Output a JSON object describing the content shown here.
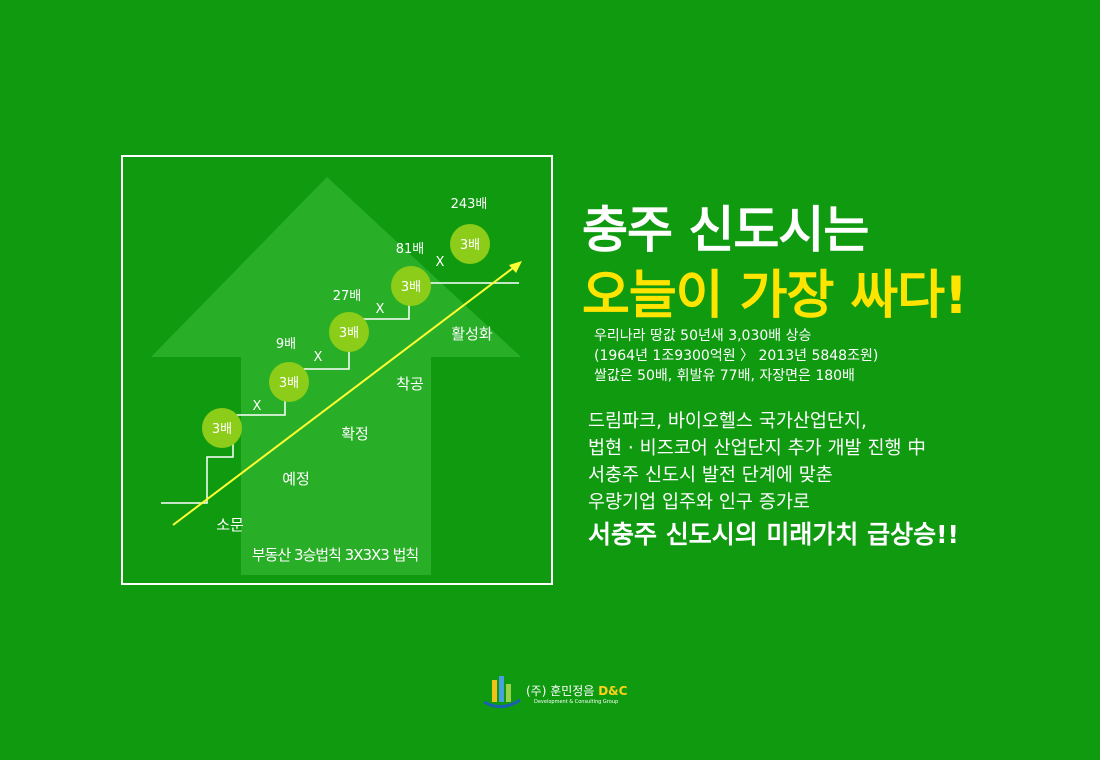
{
  "headline": {
    "line1": "충주 신도시는",
    "line2": "오늘이 가장 싸다!"
  },
  "facts": [
    "우리나라 땅값 50년새 3,030배 상승",
    "(1964년 1조9300억원 〉 2013년 5848조원)",
    "쌀값은 50배, 휘발유 77배, 자장면은 180배"
  ],
  "description": [
    "드림파크, 바이오헬스 국가산업단지,",
    "법현 · 비즈코어 산업단지 추가 개발 진행 中",
    "서충주 신도시 발전 단계에 맞춘",
    "우량기업 입주와 인구 증가로"
  ],
  "description_emphasis": "서충주 신도시의 미래가치 급상승!!",
  "diagram": {
    "bubbles": [
      "3배",
      "3배",
      "3배",
      "3배",
      "3배"
    ],
    "multipliers": [
      "X",
      "X",
      "X",
      "X"
    ],
    "totals": [
      "9배",
      "27배",
      "81배",
      "243배"
    ],
    "stages": [
      "소문",
      "예정",
      "확정",
      "착공",
      "활성화"
    ],
    "rule_label": "부동산 3승법칙 3X3X3 법칙"
  },
  "logo": {
    "prefix": "(주) 훈민정음 ",
    "highlight": "D&C",
    "tagline": "Development & Consulting Group"
  },
  "colors": {
    "background": "#0f9a10",
    "headline_accent": "#ffe400",
    "bubble": "#8ccd1a",
    "trend_line": "#ffff33"
  }
}
